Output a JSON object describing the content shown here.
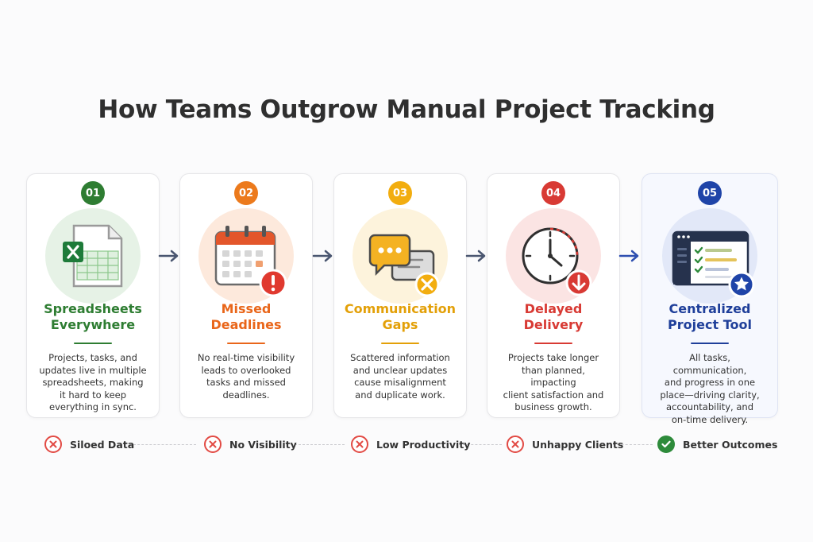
{
  "title": "How Teams Outgrow Manual Project Tracking",
  "colors": {
    "green": "#2e7d32",
    "orange": "#e9661a",
    "yellow": "#e3a008",
    "red": "#d83a34",
    "blue": "#1f3f9a"
  },
  "steps": [
    {
      "number": "01",
      "title_line1": "Spreadsheets",
      "title_line2": "Everywhere",
      "text_lines": [
        "Projects, tasks, and",
        "updates live in multiple",
        "spreadsheets, making",
        "it hard to keep",
        "everything in sync."
      ],
      "icon": "spreadsheet-icon"
    },
    {
      "number": "02",
      "title_line1": "Missed",
      "title_line2": "Deadlines",
      "text_lines": [
        "No real-time visibility",
        "leads to overlooked",
        "tasks and missed",
        "deadlines."
      ],
      "icon": "calendar-alert-icon"
    },
    {
      "number": "03",
      "title_line1": "Communication",
      "title_line2": "Gaps",
      "text_lines": [
        "Scattered information",
        "and unclear updates",
        "cause misalignment",
        "and duplicate work."
      ],
      "icon": "chat-bubbles-icon"
    },
    {
      "number": "04",
      "title_line1": "Delayed",
      "title_line2": "Delivery",
      "text_lines": [
        "Projects take longer",
        "than planned, impacting",
        "client satisfaction and",
        "business growth."
      ],
      "icon": "clock-delay-icon"
    },
    {
      "number": "05",
      "title_line1": "Centralized",
      "title_line2": "Project Tool",
      "text_lines": [
        "All tasks, communication,",
        "and progress in one",
        "place—driving clarity,",
        "accountability, and",
        "on-time delivery."
      ],
      "icon": "dashboard-star-icon"
    }
  ],
  "outcomes": [
    {
      "label": "Siloed Data",
      "status": "negative"
    },
    {
      "label": "No Visibility",
      "status": "negative"
    },
    {
      "label": "Low Productivity",
      "status": "negative"
    },
    {
      "label": "Unhappy Clients",
      "status": "negative"
    },
    {
      "label": "Better Outcomes",
      "status": "positive"
    }
  ]
}
